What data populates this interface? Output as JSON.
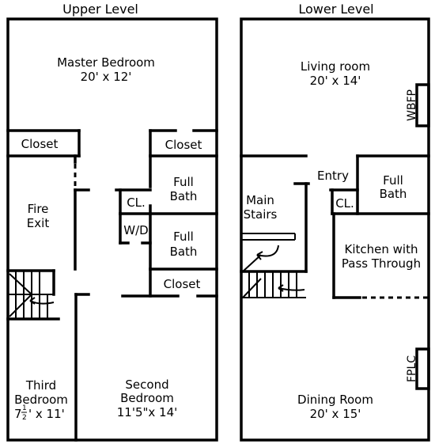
{
  "headers": {
    "upper": "Upper Level",
    "lower": "Lower Level"
  },
  "upper": {
    "master_bedroom": {
      "name": "Master Bedroom",
      "size": "20' x 12'"
    },
    "closet_left": "Closet",
    "closet_right": "Closet",
    "closet_bottom": "Closet",
    "full_bath_1": [
      "Full",
      "Bath"
    ],
    "full_bath_2": [
      "Full",
      "Bath"
    ],
    "cl": "CL.",
    "wd": "W/D",
    "fire_exit": [
      "Fire",
      "Exit"
    ],
    "third_bedroom": {
      "line1": "Third",
      "line2": "Bedroom",
      "size_whole": "7",
      "size_num": "1",
      "size_den": "2",
      "size_rest": "' x 11'"
    },
    "second_bedroom": {
      "line1": "Second",
      "line2": "Bedroom",
      "size": "11'5\"x 14'"
    }
  },
  "lower": {
    "living_room": {
      "name": "Living room",
      "size": "20' x 14'"
    },
    "wbfp": "WBFP",
    "entry": "Entry",
    "full_bath": [
      "Full",
      "Bath"
    ],
    "cl": "CL.",
    "main_stairs": [
      "Main",
      "Stairs"
    ],
    "kitchen": [
      "Kitchen with",
      "Pass Through"
    ],
    "fplc": "FPLC",
    "dining_room": {
      "name": "Dining Room",
      "size": "20' x 15'"
    }
  }
}
